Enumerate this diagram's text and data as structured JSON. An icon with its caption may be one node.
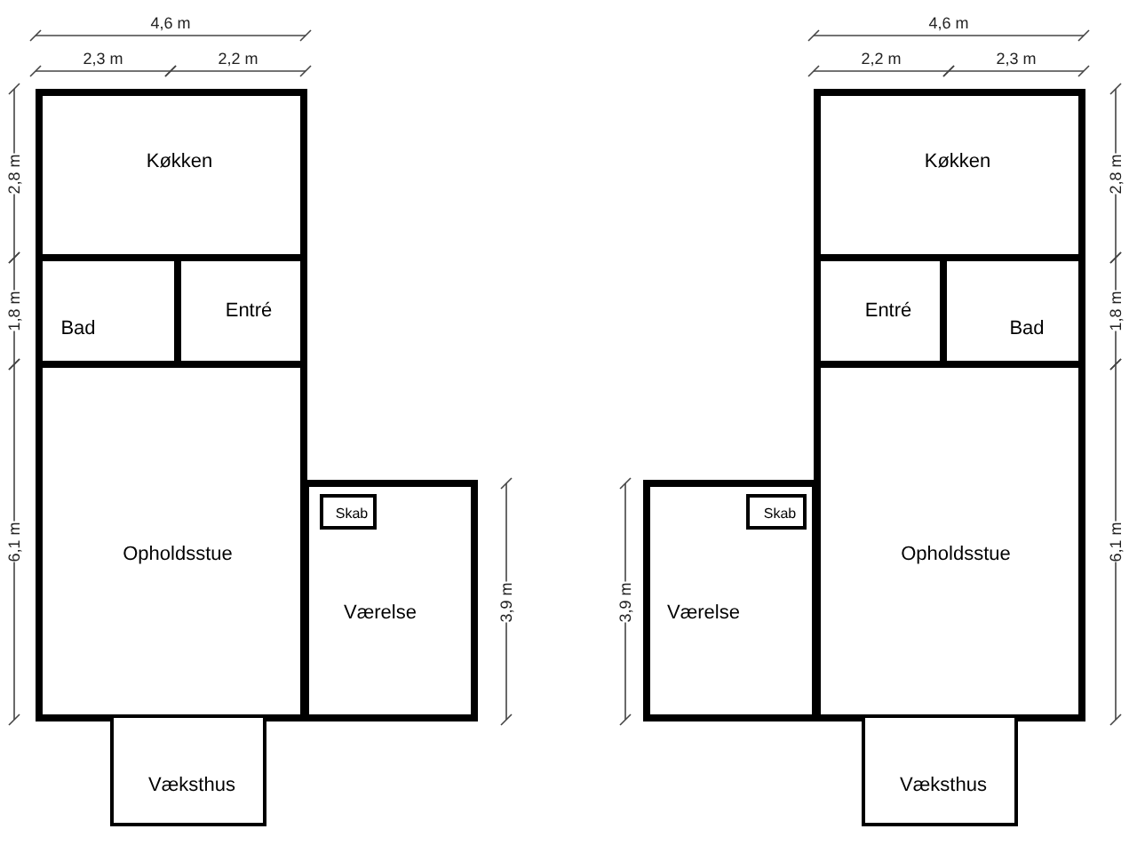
{
  "diagram": {
    "nodes": [
      {
        "text": [
          "Køkken"
        ]
      },
      {
        "text": [
          "Bad"
        ]
      },
      {
        "text": [
          "Entré"
        ]
      },
      {
        "text": [
          "Opholdsstue"
        ]
      },
      {
        "text": [
          "Værelse"
        ]
      },
      {
        "text": [
          "Skab"
        ],
        "in": 4
      },
      {
        "text": [
          "Væksthus"
        ]
      },
      {
        "text": [
          "Køkken"
        ]
      },
      {
        "text": [
          "Entré"
        ]
      },
      {
        "text": [
          "Bad"
        ]
      },
      {
        "text": [
          "Opholdsstue"
        ]
      },
      {
        "text": [
          "Værelse"
        ]
      },
      {
        "text": [
          "Skab"
        ],
        "in": 11
      },
      {
        "text": [
          "Væksthus"
        ]
      }
    ],
    "labels": [
      "4,6 m",
      "2,3 m",
      "2,2 m",
      "2,8 m",
      "1,8 m",
      "6,1 m",
      "3,9 m",
      "4,6 m",
      "2,2 m",
      "2,3 m",
      "2,8 m",
      "1,8 m",
      "6,1 m",
      "3,9 m"
    ]
  }
}
